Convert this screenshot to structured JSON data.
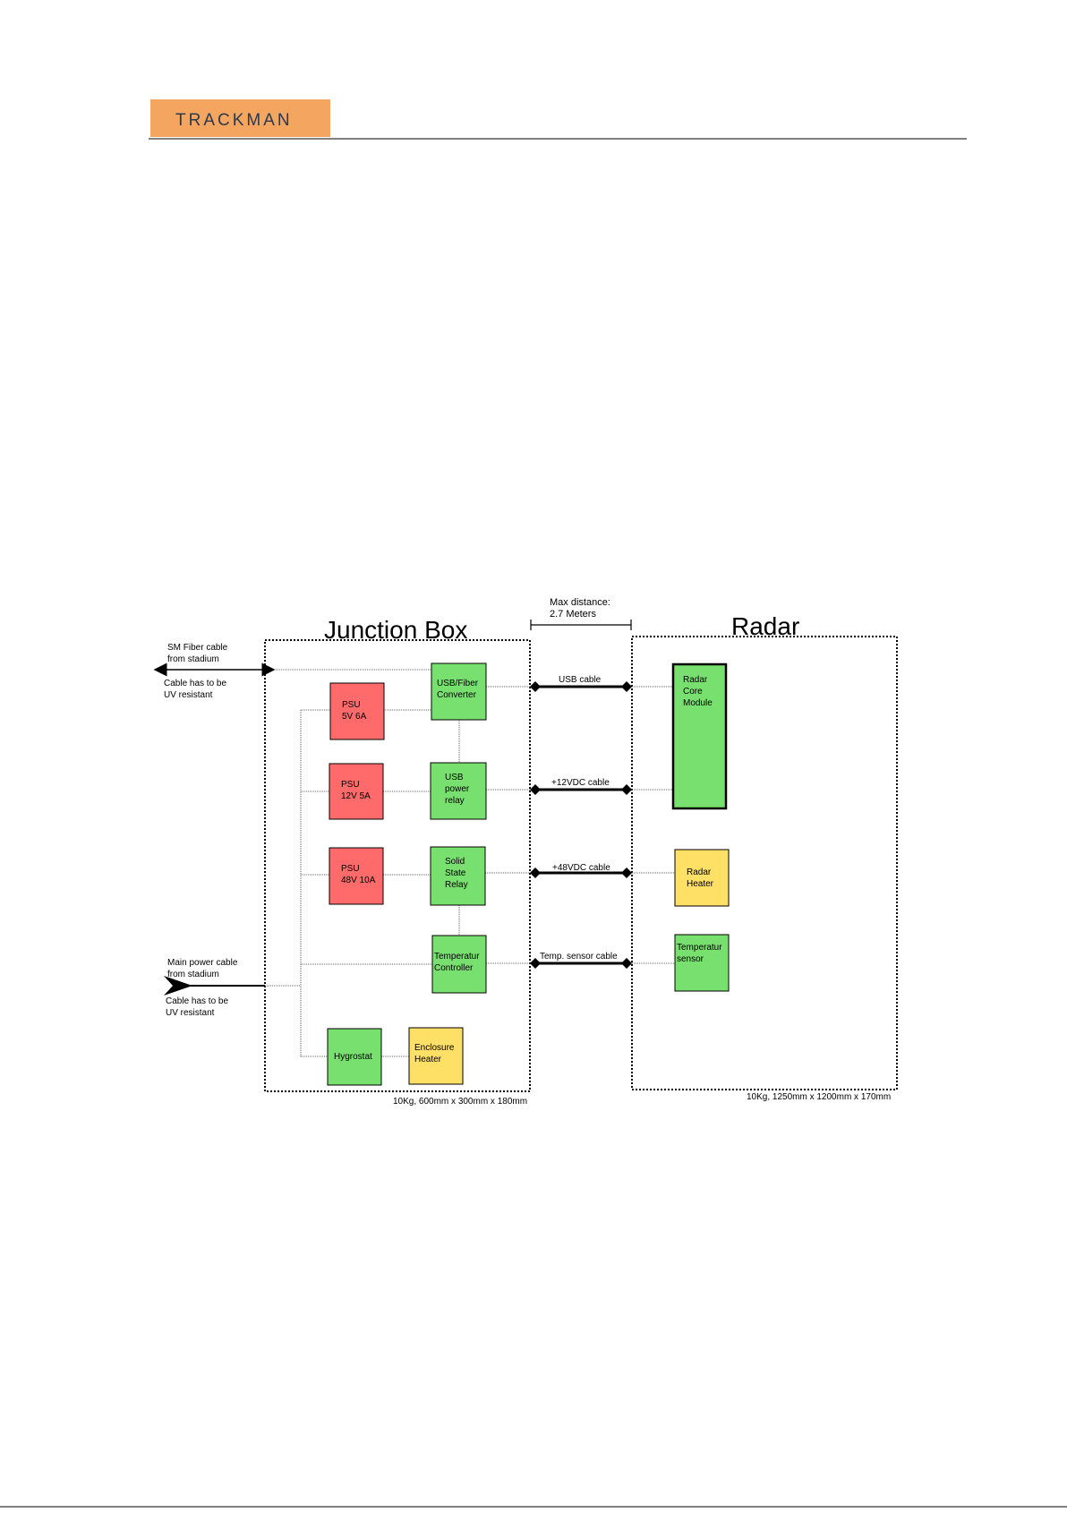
{
  "header": {
    "logo_text": "TRACKMAN",
    "logo_color": "#f4a55f",
    "logo_text_color": "#2b3a4d"
  },
  "colors": {
    "psu_red": "#ff6b6b",
    "module_green": "#78e06e",
    "heater_yellow": "#ffe066"
  },
  "diagram": {
    "junction_box_title": "Junction Box",
    "radar_title": "Radar",
    "max_distance_line1": "Max distance:",
    "max_distance_line2": "2.7 Meters",
    "junction_box_spec": "10Kg, 600mm x 300mm x 180mm",
    "radar_spec": "10Kg, 1250mm x 1200mm x 170mm",
    "fiber_in_line1": "SM Fiber cable",
    "fiber_in_line2": "from stadium",
    "fiber_uv_line1": "Cable has to be",
    "fiber_uv_line2": "UV resistant",
    "power_in_line1": "Main power cable",
    "power_in_line2": "from stadium",
    "power_uv_line1": "Cable has to be",
    "power_uv_line2": "UV resistant",
    "psu1": [
      "PSU",
      "5V 6A"
    ],
    "psu2": [
      "PSU",
      "12V 5A"
    ],
    "psu3": [
      "PSU",
      "48V 10A"
    ],
    "usb_fiber": [
      "USB/Fiber",
      "Converter"
    ],
    "usb_relay": [
      "USB",
      "power",
      "relay"
    ],
    "ssr": [
      "Solid",
      "State",
      "Relay"
    ],
    "temp_ctrl": [
      "Temperatur",
      "Controller"
    ],
    "hygrostat": [
      "Hygrostat"
    ],
    "enclosure_heater": [
      "Enclosure",
      "Heater"
    ],
    "radar_core": [
      "Radar",
      "Core",
      "Module"
    ],
    "radar_heater": [
      "Radar",
      "Heater"
    ],
    "temp_sensor": [
      "Temperatur",
      "sensor"
    ],
    "cable_usb": "USB cable",
    "cable_12v": "+12VDC cable",
    "cable_48v": "+48VDC cable",
    "cable_temp": "Temp. sensor cable"
  }
}
